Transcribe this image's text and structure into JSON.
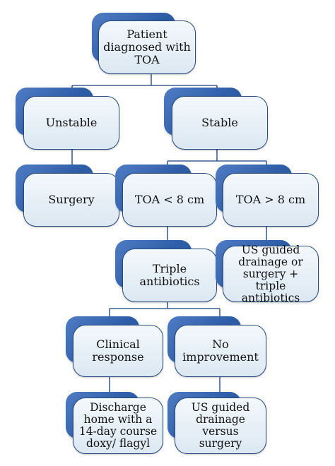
{
  "nodes": {
    "patient": "Patient\ndiagnosed with\nTOA",
    "unstable": "Unstable",
    "stable": "Stable",
    "surgery": "Surgery",
    "toa_small": "TOA < 8 cm",
    "toa_large": "TOA > 8 cm",
    "triple": "Triple\nantibiotics",
    "us_drain_large": "US guided\ndrainage or\nsurgery + triple\nantibiotics",
    "clinical": "Clinical\nresponse",
    "no_improvement": "No\nimprovement",
    "discharge": "Discharge\nhome with a\n14-day course\ndoxy/ flagyl",
    "us_drain_vs": "US guided\ndrainage versus\nsurgery"
  },
  "colors": {
    "tab": "#2f5ea8",
    "card_top": "#f3f8fc",
    "card_bottom": "#dce8f2",
    "border": "#2c4b7e",
    "connector": "#3d5f95"
  }
}
